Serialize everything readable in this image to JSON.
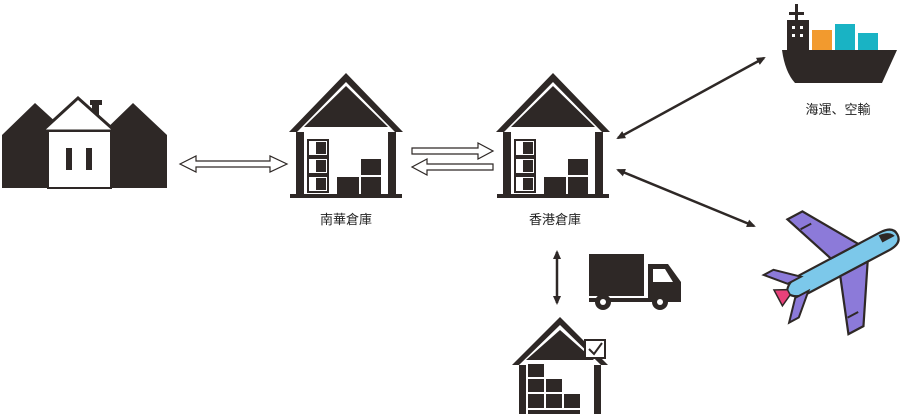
{
  "labels": {
    "south_china_warehouse": "南華倉庫",
    "hong_kong_warehouse": "香港倉庫",
    "sea_air_transport": "海運、空輸"
  },
  "icons": {
    "origin": "factory-house-icon",
    "south_warehouse": "warehouse-icon",
    "hk_warehouse": "warehouse-icon",
    "destination": "warehouse-checked-icon",
    "ship": "cargo-ship-icon",
    "plane": "airplane-icon",
    "truck": "delivery-truck-icon"
  },
  "colors": {
    "ink": "#2e2826",
    "container_orange": "#f29a2e",
    "container_teal": "#19b3c4",
    "plane_purple": "#8c7ad9",
    "plane_blue": "#7cc8ea",
    "plane_pink": "#e8417a"
  }
}
